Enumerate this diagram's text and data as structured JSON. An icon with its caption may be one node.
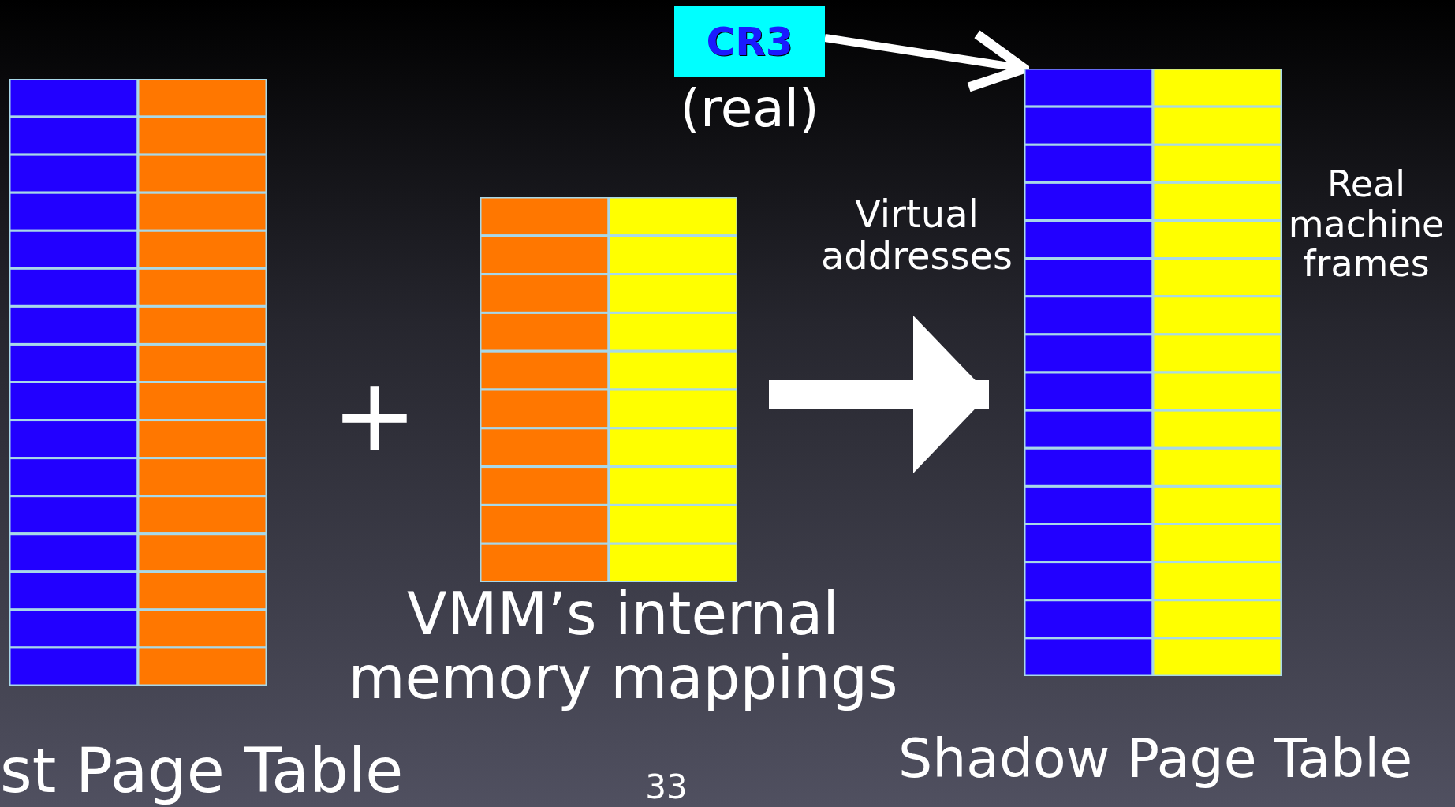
{
  "diagram": {
    "nodes": [
      {
        "text": [
          "st Page Table"
        ]
      },
      {
        "text": [
          "VMM’s internal memory mappings"
        ]
      },
      {
        "text": [
          "CR3"
        ],
        "beside": [
          "(real)"
        ]
      },
      {
        "text": [
          "Shadow Page Table"
        ]
      }
    ],
    "edges": [
      {
        "from": 2,
        "to": 3,
        "arrow": "to"
      },
      {
        "from": 1,
        "to": 3,
        "arrow": "to",
        "style": "thick"
      }
    ],
    "labels": [
      "+",
      "Virtual addresses",
      "Real machine frames",
      "33"
    ]
  }
}
